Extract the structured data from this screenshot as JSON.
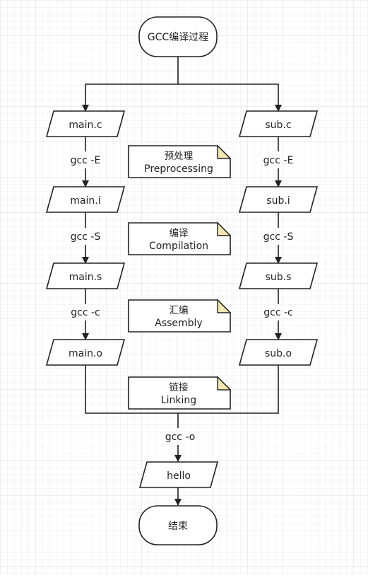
{
  "start": {
    "label": "GCC编译过程"
  },
  "end": {
    "label": "结束"
  },
  "left_column": {
    "files": [
      "main.c",
      "main.i",
      "main.s",
      "main.o"
    ],
    "commands": [
      "gcc -E",
      "gcc -S",
      "gcc -c"
    ]
  },
  "right_column": {
    "files": [
      "sub.c",
      "sub.i",
      "sub.s",
      "sub.o"
    ],
    "commands": [
      "gcc -E",
      "gcc -S",
      "gcc -c"
    ]
  },
  "stages": [
    {
      "zh": "预处理",
      "en": "Preprocessing"
    },
    {
      "zh": "编译",
      "en": "Compilation"
    },
    {
      "zh": "汇编",
      "en": "Assembly"
    },
    {
      "zh": "链接",
      "en": "Linking"
    }
  ],
  "link": {
    "command": "gcc -o",
    "output": "hello"
  },
  "colors": {
    "stroke": "#222222",
    "note_fold": "#f2e7b3",
    "grid_minor": "#eeeeee",
    "grid_major": "#dcdcdc",
    "background": "#ffffff"
  }
}
